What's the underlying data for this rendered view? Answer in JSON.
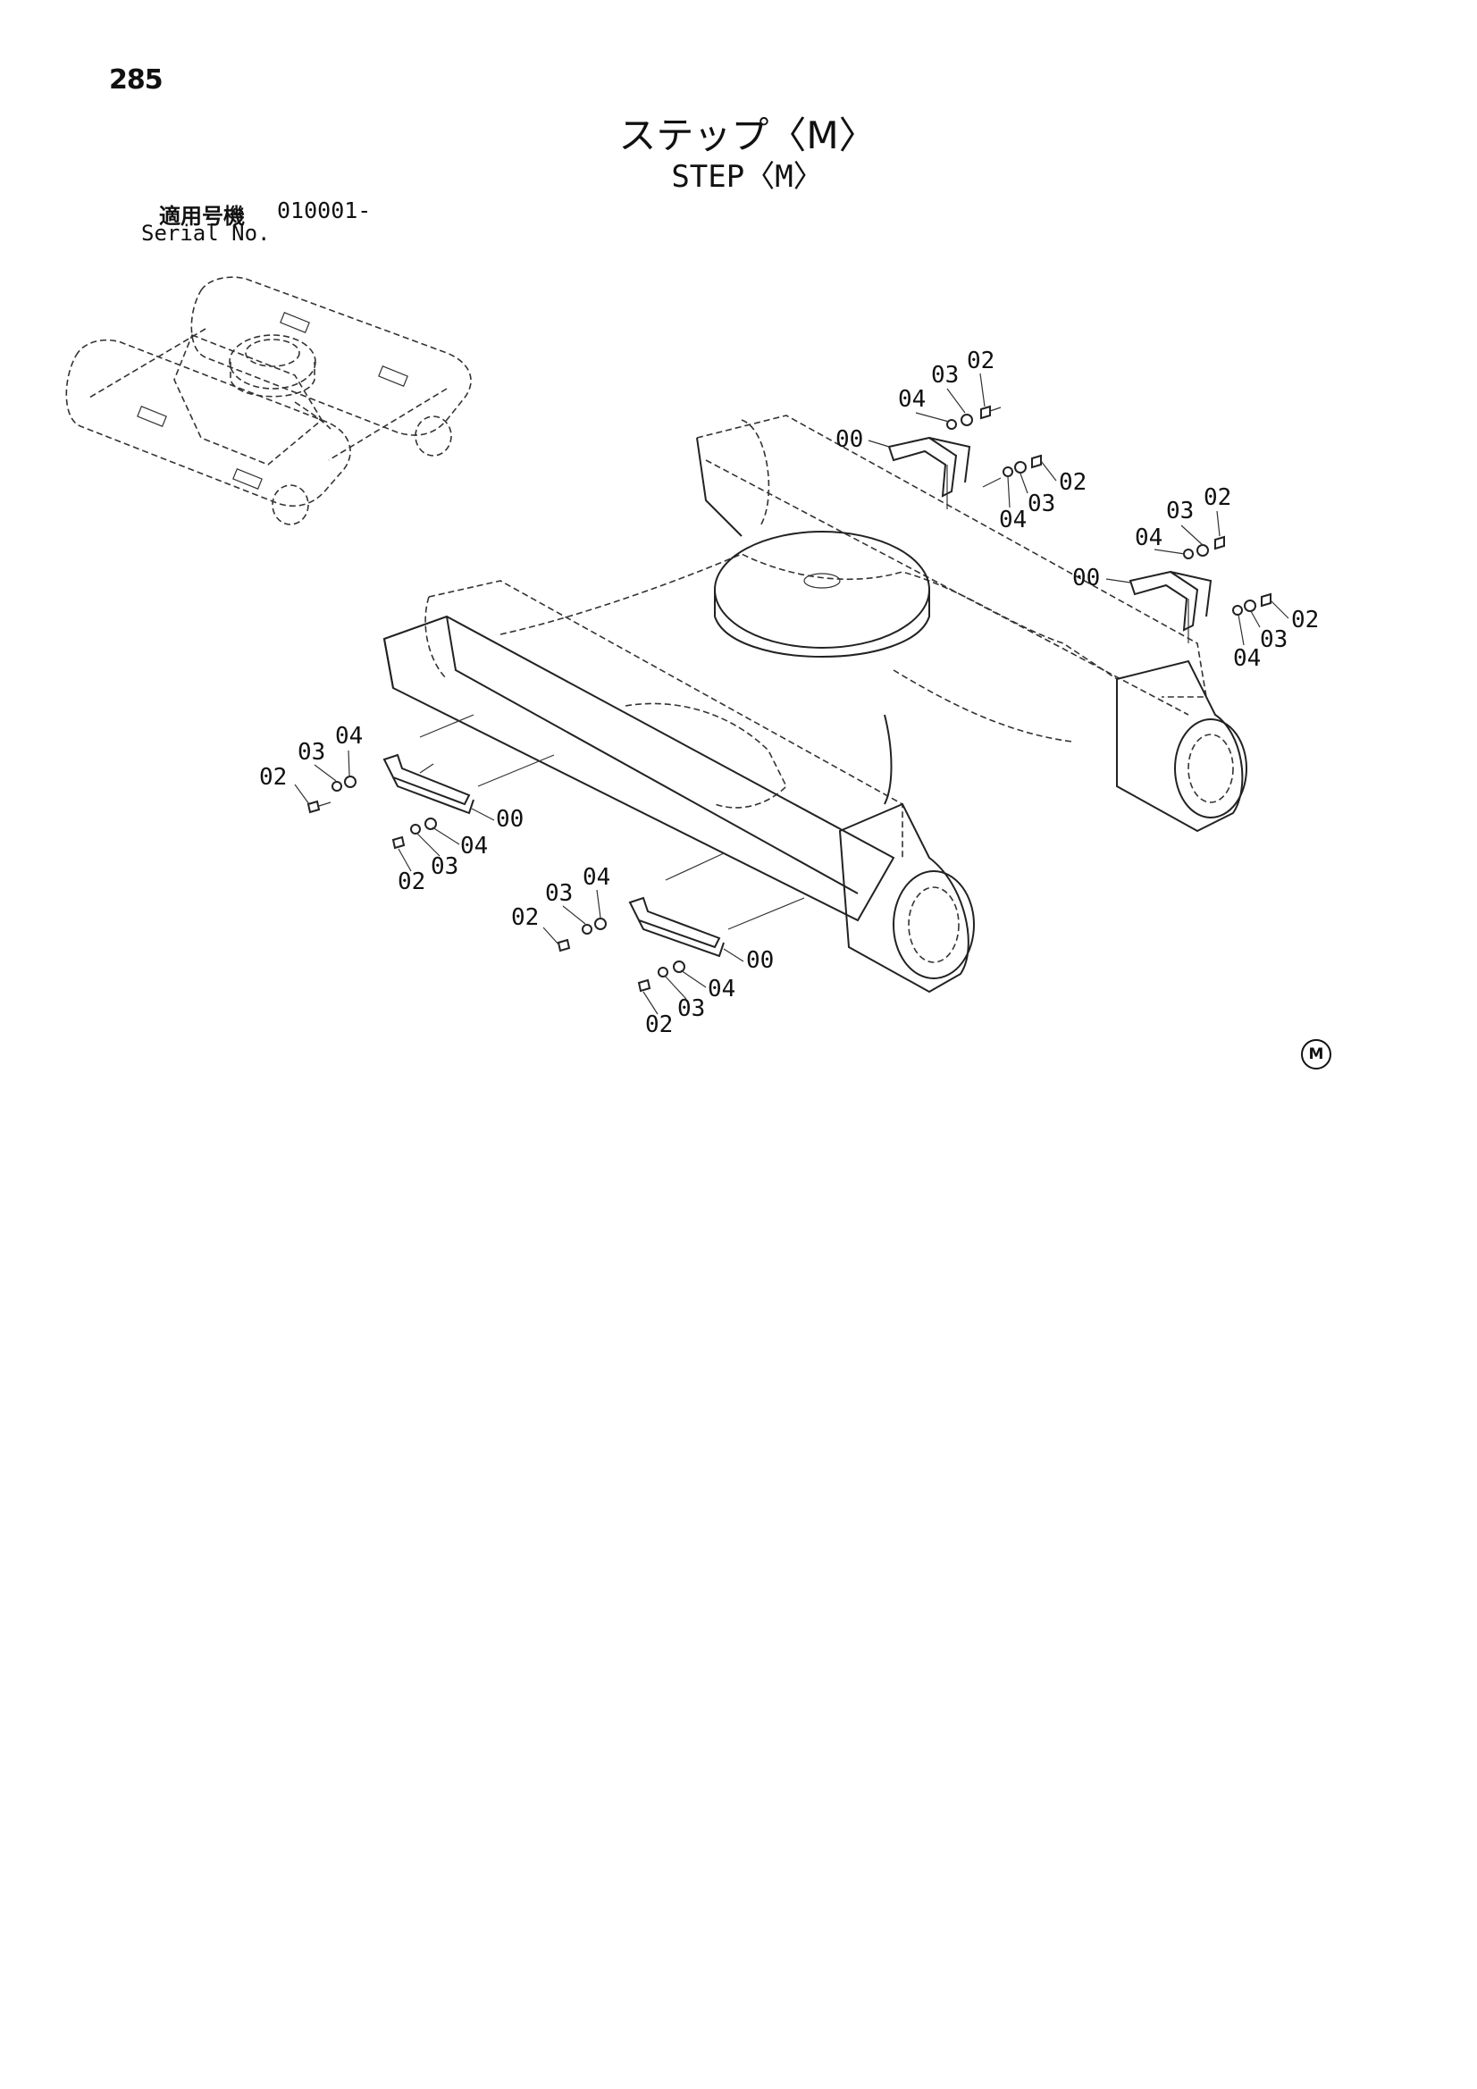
{
  "page": {
    "number": "285",
    "title_jp": "ステップ〈M〉",
    "title_en": "STEP〈M〉",
    "serial_label_jp": "適用号機",
    "serial_value": "010001-",
    "serial_label_en": "Serial No.",
    "mark": "M"
  },
  "diagram": {
    "part_labels": [
      {
        "id": "p1",
        "text": "02"
      },
      {
        "id": "p2",
        "text": "03"
      },
      {
        "id": "p3",
        "text": "04"
      },
      {
        "id": "p4",
        "text": "00"
      },
      {
        "id": "p5",
        "text": "02"
      },
      {
        "id": "p6",
        "text": "03"
      },
      {
        "id": "p7",
        "text": "04"
      },
      {
        "id": "p8",
        "text": "03"
      },
      {
        "id": "p9",
        "text": "02"
      },
      {
        "id": "p10",
        "text": "04"
      },
      {
        "id": "p11",
        "text": "00"
      },
      {
        "id": "p12",
        "text": "02"
      },
      {
        "id": "p13",
        "text": "03"
      },
      {
        "id": "p14",
        "text": "04"
      },
      {
        "id": "p15",
        "text": "03"
      },
      {
        "id": "p16",
        "text": "04"
      },
      {
        "id": "p17",
        "text": "02"
      },
      {
        "id": "p18",
        "text": "00"
      },
      {
        "id": "p19",
        "text": "04"
      },
      {
        "id": "p20",
        "text": "03"
      },
      {
        "id": "p21",
        "text": "02"
      },
      {
        "id": "p22",
        "text": "03"
      },
      {
        "id": "p23",
        "text": "04"
      },
      {
        "id": "p24",
        "text": "02"
      },
      {
        "id": "p25",
        "text": "00"
      },
      {
        "id": "p26",
        "text": "04"
      },
      {
        "id": "p27",
        "text": "03"
      },
      {
        "id": "p28",
        "text": "02"
      }
    ]
  }
}
